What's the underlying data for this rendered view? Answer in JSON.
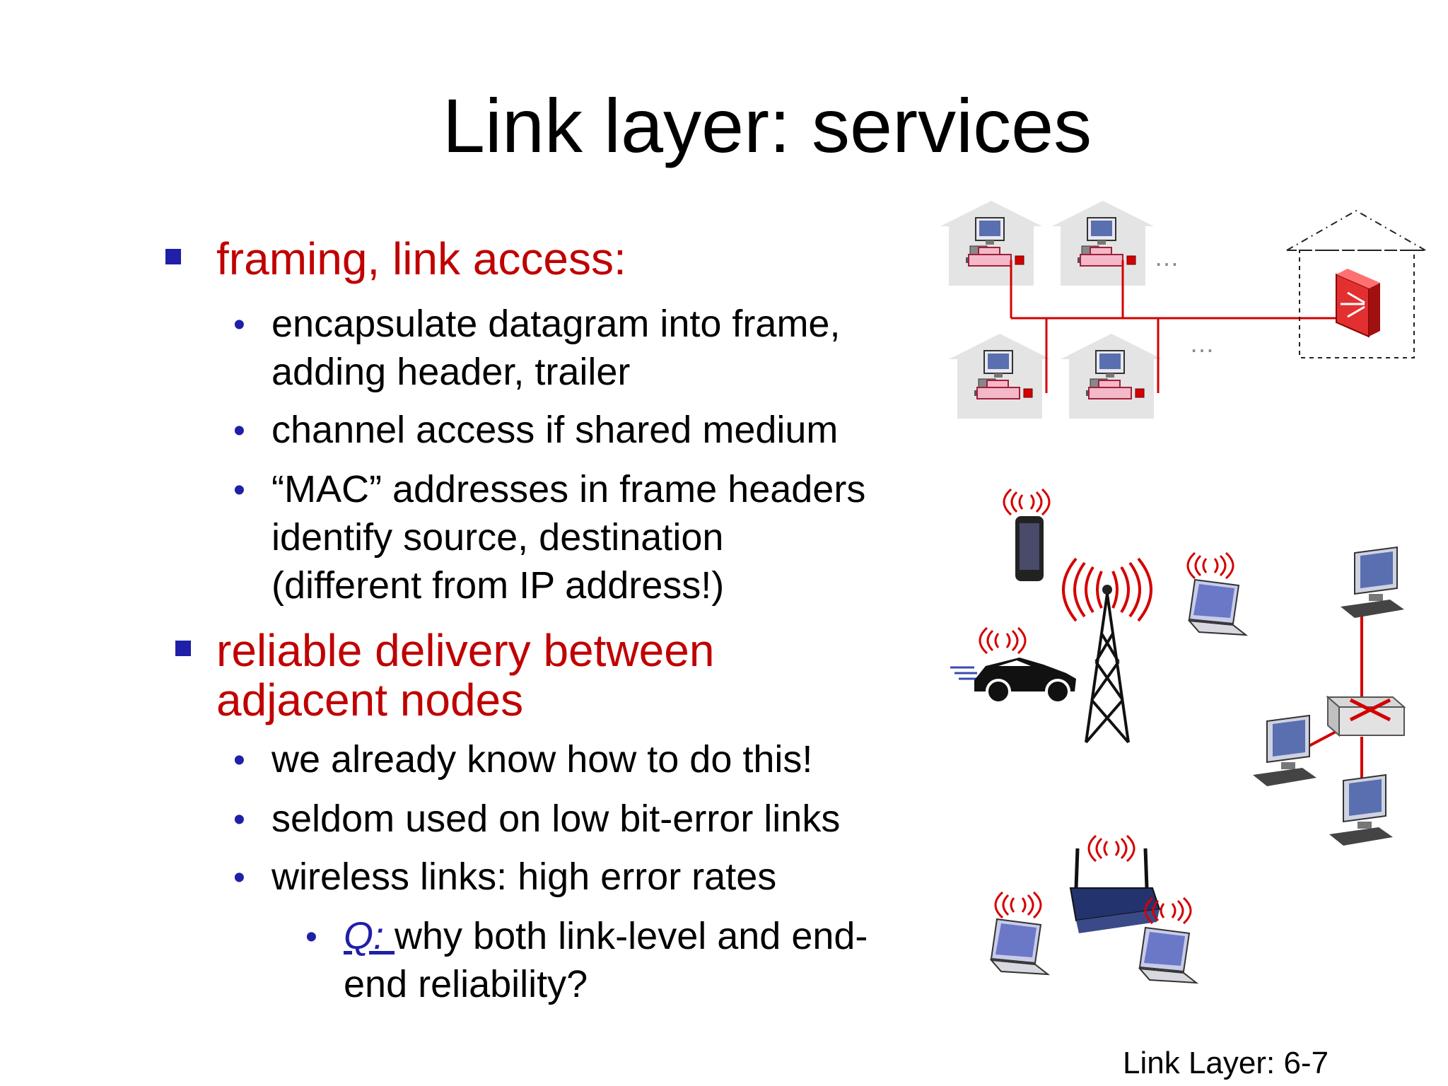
{
  "title": "Link layer: services",
  "bullets": [
    {
      "heading": "framing, link access:",
      "items": [
        "encapsulate datagram into frame,",
        "adding header, trailer",
        "channel access if shared medium",
        "“MAC” addresses in frame headers",
        "identify source, destination",
        "(different from IP address!)"
      ]
    },
    {
      "heading_line1": "reliable delivery between",
      "heading_line2": "adjacent nodes",
      "items": [
        "we already know how to do this!",
        "seldom used on low bit-error links",
        "wireless links: high error rates"
      ],
      "sub": {
        "q": "Q: ",
        "line1": "why both link-level and end-",
        "line2": "end reliability?"
      }
    }
  ],
  "ellipsis": "…",
  "footer": "Link Layer: 6-7",
  "colors": {
    "heading": "#c00000",
    "bullet": "#1f1fa8",
    "cable": "#d40000"
  }
}
